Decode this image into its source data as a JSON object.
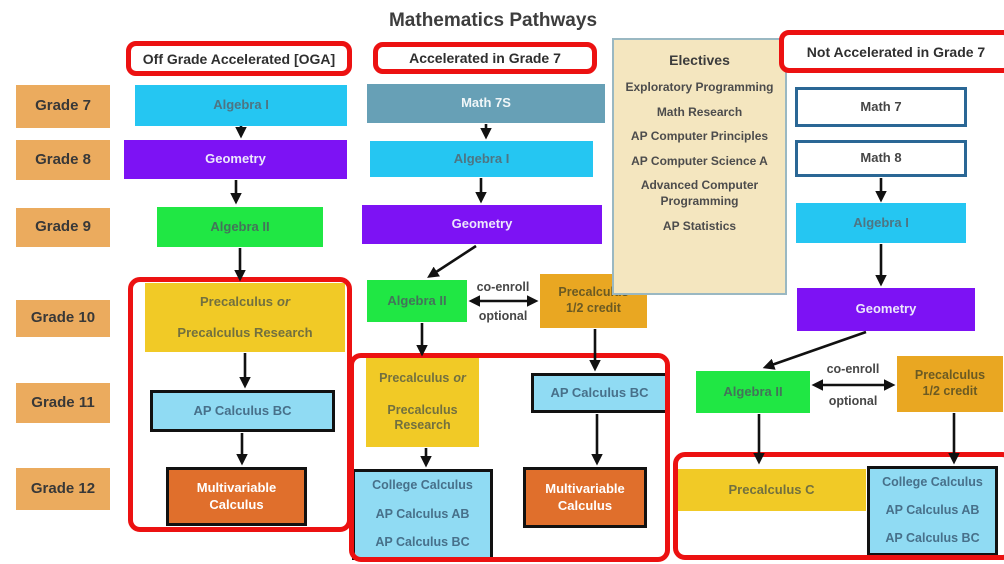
{
  "title": "Mathematics Pathways",
  "grade_labels": [
    "Grade 7",
    "Grade 8",
    "Grade 9",
    "Grade 10",
    "Grade 11",
    "Grade 12"
  ],
  "flow_labels": {
    "co_enroll": "co-enroll",
    "optional": "optional"
  },
  "electives": {
    "title": "Electives",
    "items": [
      "Exploratory Programming",
      "Math Research",
      "AP Computer Principles",
      "AP Computer Science A",
      "Advanced Computer Programming",
      "AP Statistics"
    ]
  },
  "columns": {
    "oga": {
      "header": "Off Grade Accelerated [OGA]",
      "grade7": "Algebra I",
      "grade8": "Geometry",
      "grade9": "Algebra II",
      "grade10_line1": "Precalculus",
      "grade10_or": "or",
      "grade10_line2": "Precalculus Research",
      "grade11": "AP Calculus BC",
      "grade12_line1": "Multivariable",
      "grade12_line2": "Calculus"
    },
    "acc7": {
      "header": "Accelerated in Grade 7",
      "grade7": "Math 7S",
      "grade8": "Algebra I",
      "grade9": "Geometry",
      "grade10": "Algebra II",
      "grade10_coenroll_line1": "Precalculus",
      "grade10_coenroll_line2": "1/2 credit",
      "grade11_line1": "Precalculus",
      "grade11_or": "or",
      "grade11_line2": "Precalculus",
      "grade11_line3": "Research",
      "grade11_right": "AP Calculus BC",
      "grade12_stack": [
        "College Calculus",
        "AP Calculus AB",
        "AP Calculus BC"
      ],
      "grade12_right_line1": "Multivariable",
      "grade12_right_line2": "Calculus"
    },
    "notacc": {
      "header": "Not Accelerated in Grade 7",
      "grade7": "Math 7",
      "grade8": "Math 8",
      "grade9": "Algebra I",
      "grade10": "Geometry",
      "grade11": "Algebra II",
      "grade11_coenroll_line1": "Precalculus",
      "grade11_coenroll_line2": "1/2 credit",
      "grade12": "Precalculus C",
      "grade12_stack": [
        "College Calculus",
        "AP Calculus AB",
        "AP Calculus BC"
      ]
    }
  },
  "colors": {
    "accent_red": "#ec1111",
    "cyan": "#25c6f2",
    "purple": "#7d12f4",
    "green": "#20e744",
    "yellow": "#f1ca26",
    "amber": "#e9a722",
    "light_blue": "#90dbf3",
    "orange": "#e06f2c",
    "steel_blue": "#67a0b6",
    "grade_tan": "#ebab5e",
    "electives_bg": "#f4e6bf",
    "navy_border": "#2a6795"
  }
}
